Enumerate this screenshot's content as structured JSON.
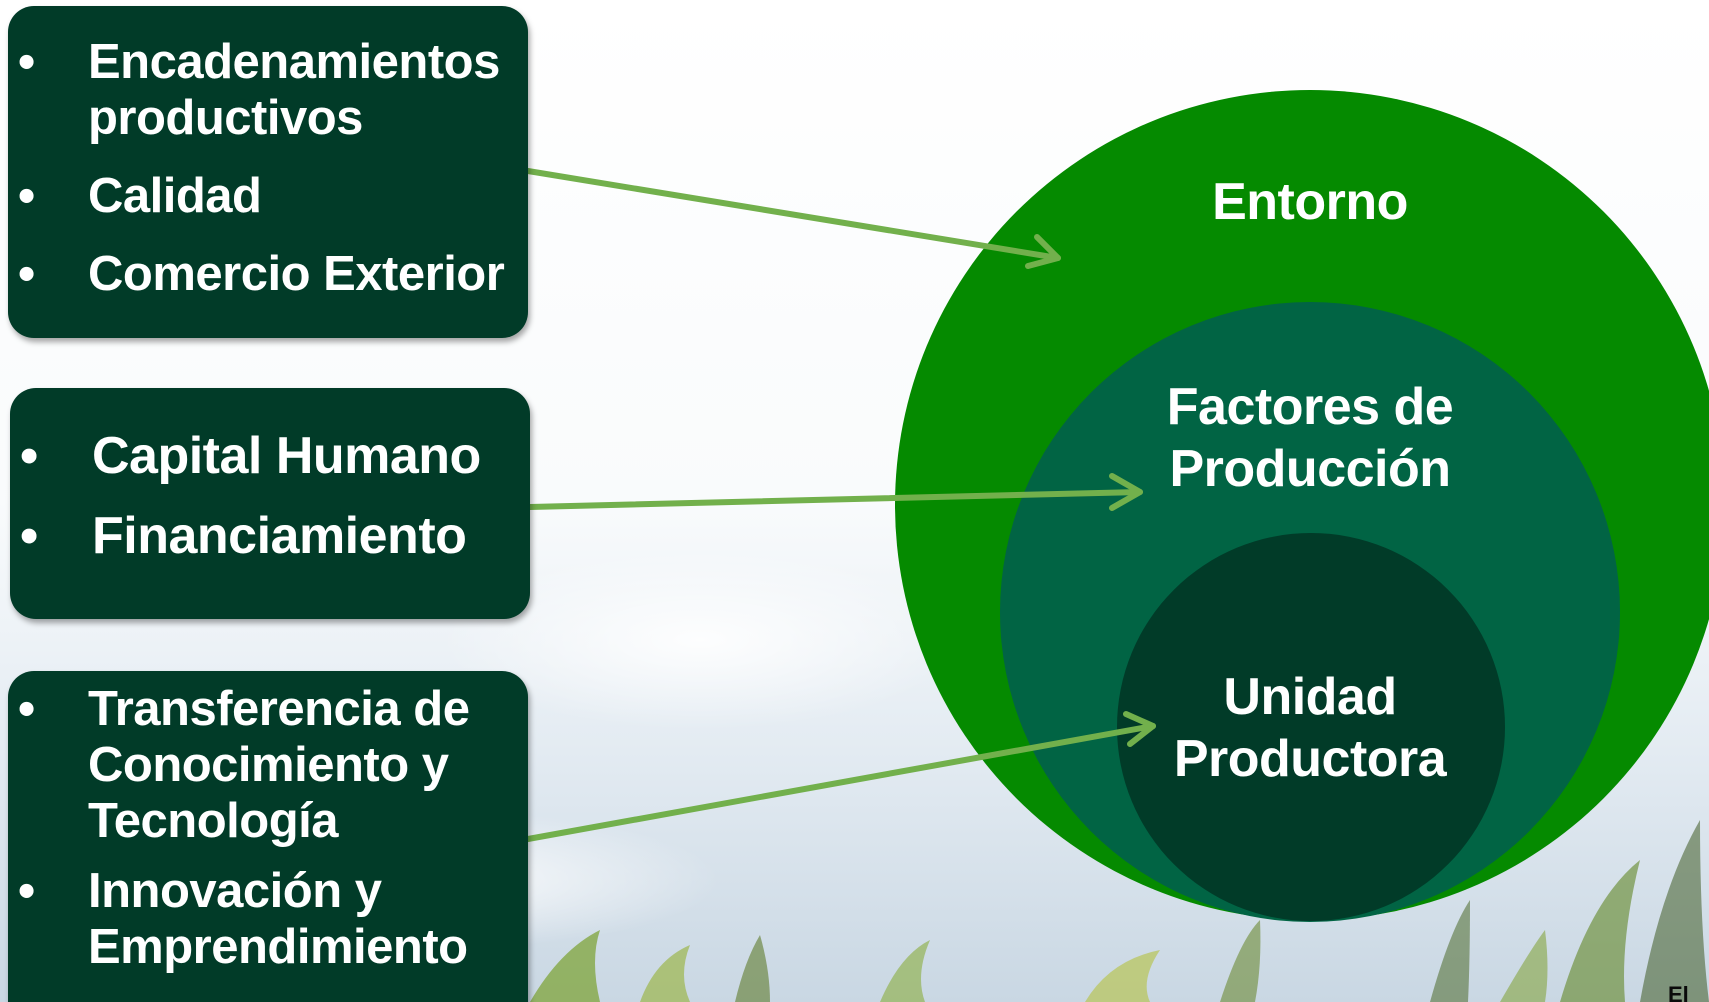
{
  "boxes": [
    {
      "id": "box-1",
      "items": [
        {
          "lines": [
            "Encadenamientos",
            "productivos"
          ]
        },
        {
          "lines": [
            "Calidad"
          ]
        },
        {
          "lines": [
            "Comercio Exterior"
          ]
        }
      ]
    },
    {
      "id": "box-2",
      "items": [
        {
          "lines": [
            "Capital Humano"
          ]
        },
        {
          "lines": [
            "Financiamiento"
          ]
        }
      ]
    },
    {
      "id": "box-3",
      "items": [
        {
          "lines": [
            "Transferencia de",
            "Conocimiento y",
            "Tecnología"
          ]
        },
        {
          "lines": [
            "Innovación y",
            "Emprendimiento"
          ]
        }
      ]
    }
  ],
  "circles": {
    "outer": {
      "label": "Entorno",
      "color": "#058a00"
    },
    "middle": {
      "label": "Factores de\nProducción",
      "color": "#016444"
    },
    "inner": {
      "label": "Unidad\nProductora",
      "color": "#013b28"
    }
  },
  "arrow_color": "#72b04c",
  "box_color": "#013b28",
  "corner_text": "El"
}
